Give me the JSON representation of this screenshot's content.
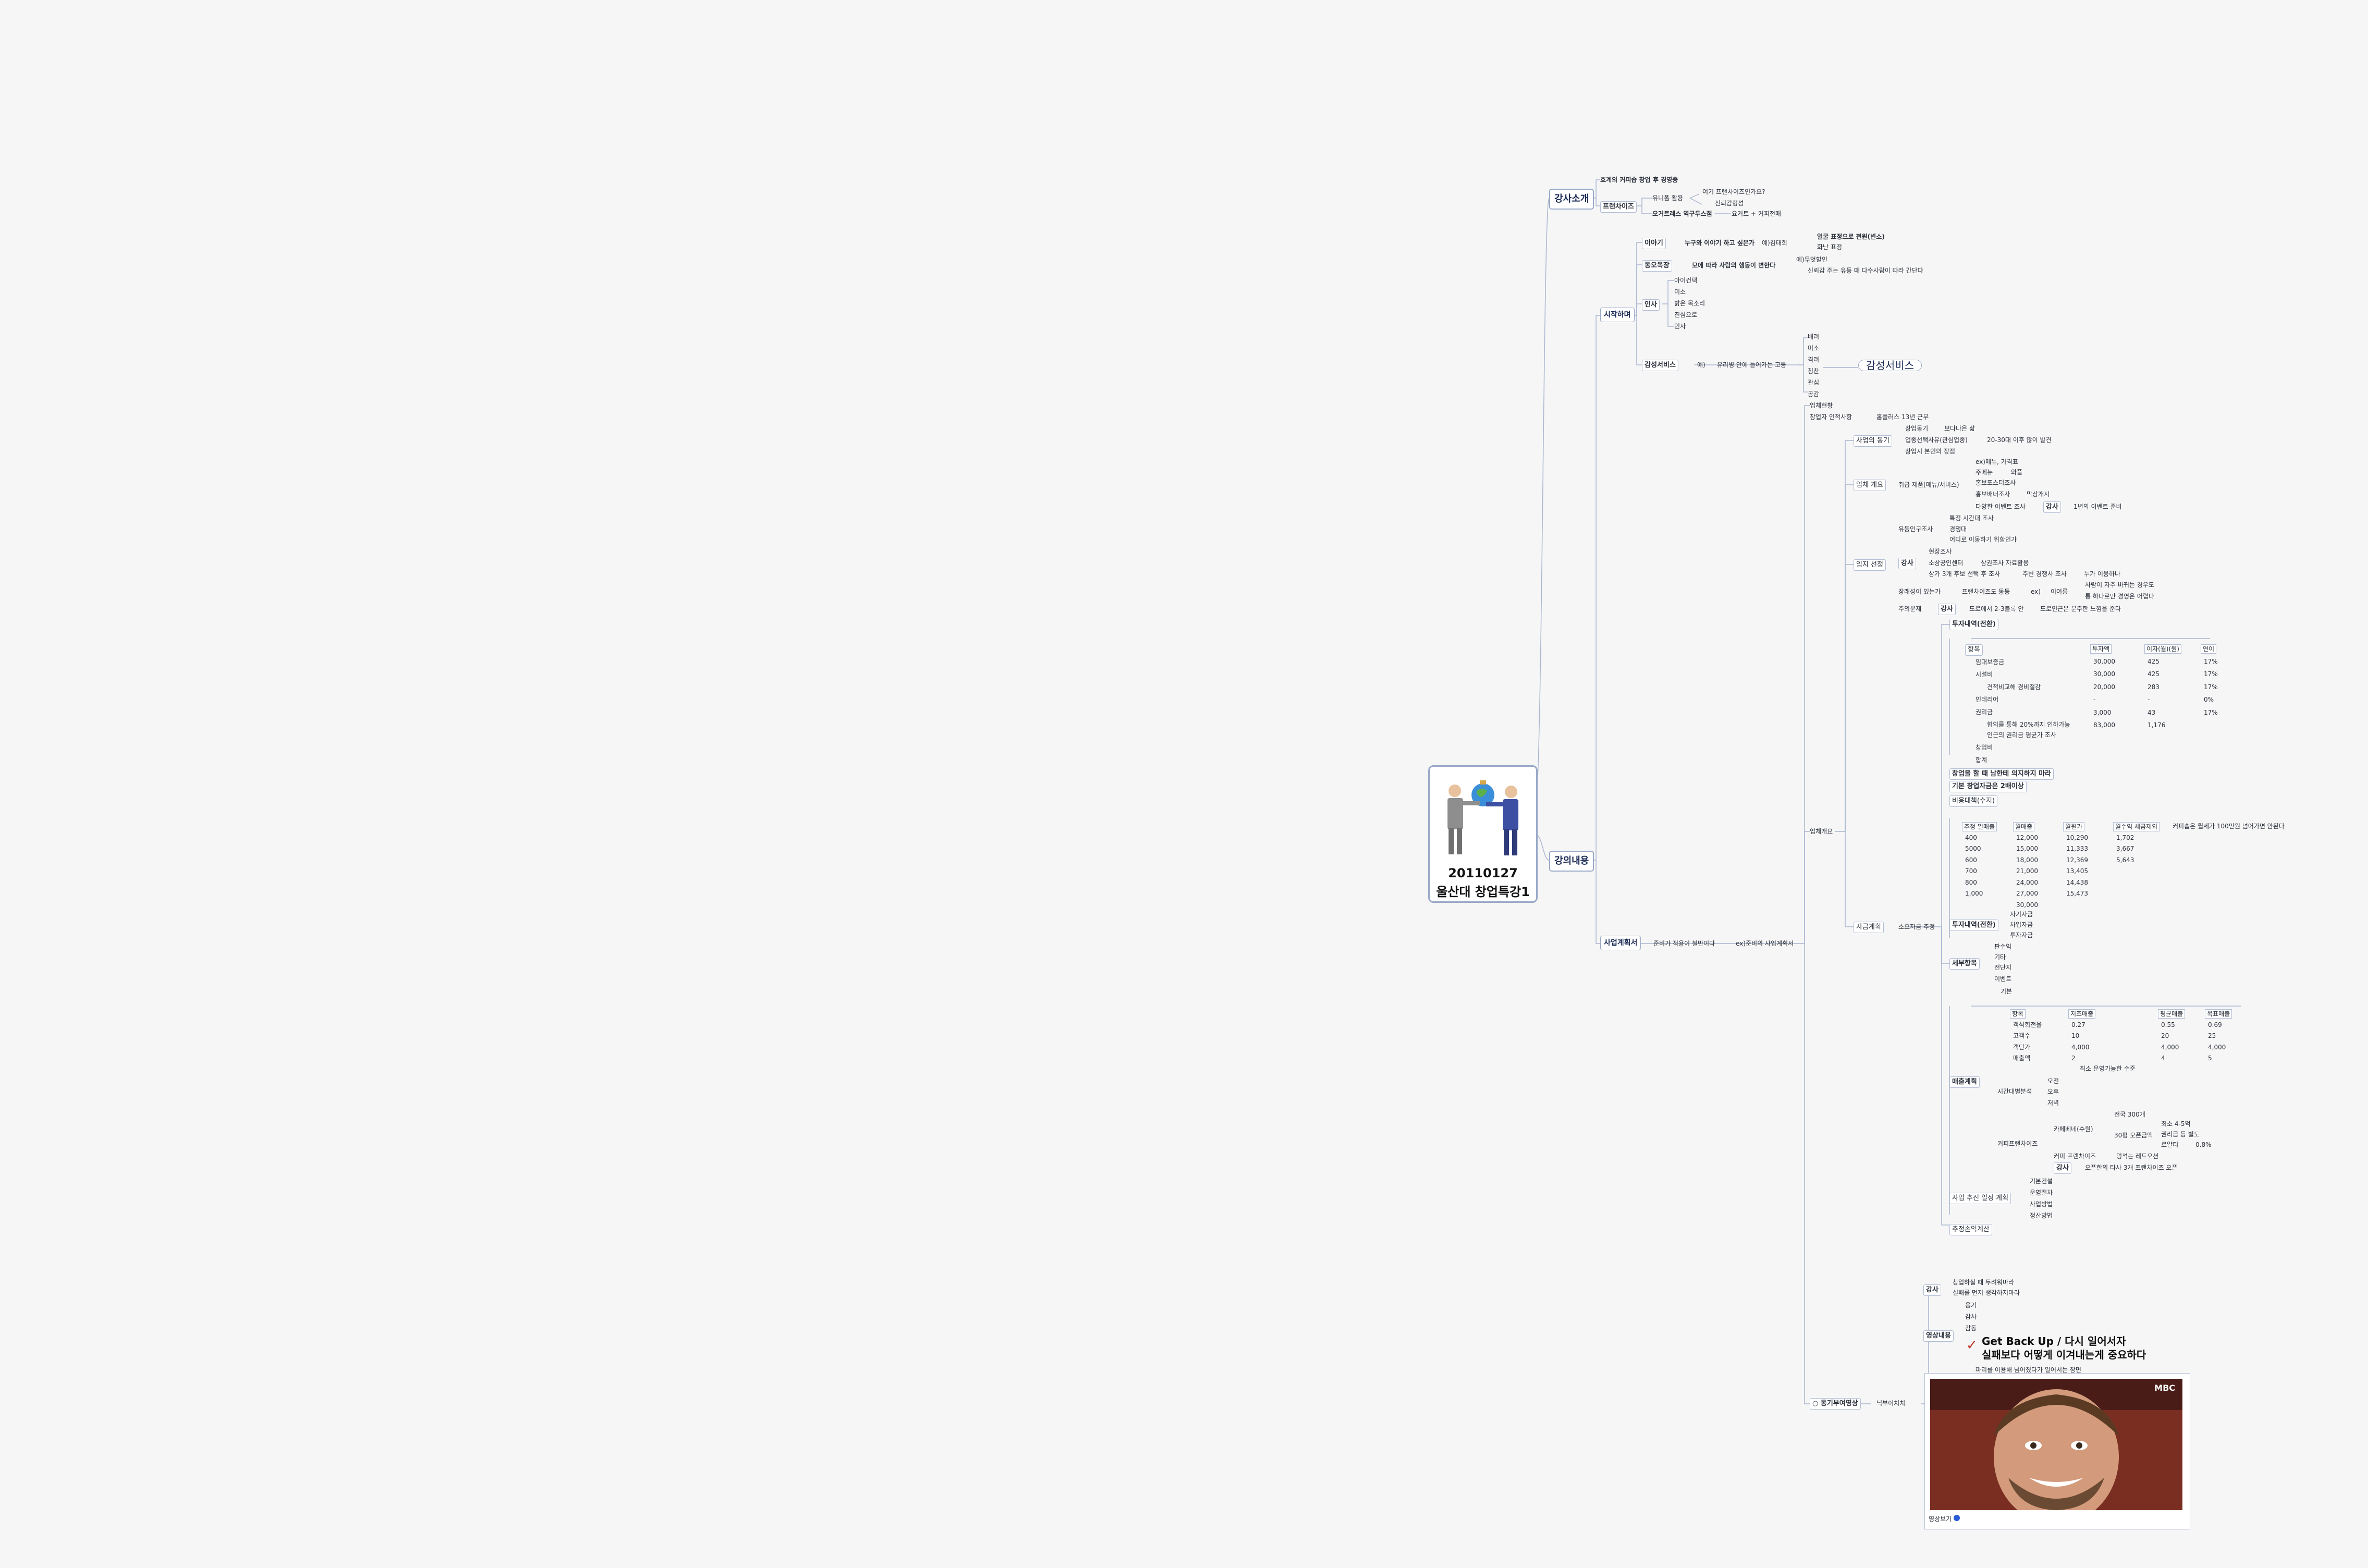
{
  "root": {
    "line1": "20110127",
    "line2": "울산대 창업특강1"
  },
  "nodes": {
    "lecturer_intro": "강사소개",
    "course": "강의내용",
    "opening": "시작하며",
    "business_plan": "사업계획서",
    "n1": "호계의 커피숍 창업 후 경영중",
    "franchise": "프랜차이즈",
    "n3": "유니폼 활용",
    "n4": "여기 프랜차이즈인가요?",
    "n5": "신뢰감형성",
    "n6": "오거트레스 역구두스점",
    "n7": "요거트 + 커피전매",
    "story": "이야기",
    "n9": "누구와 이야기 하고 싶은가",
    "n10": "예)김태희",
    "n11": "얼굴 표정으로 전원(변소)",
    "n12": "화난 표정",
    "role": "동오목장",
    "n14": "모에 따라 사람의 행동이 변한다",
    "n15": "예)무엇할인",
    "n16": "신뢰감 주는 유등 때 다수사람이 따라 간단다",
    "greeting": "인사",
    "g1": "아이컨택",
    "g2": "미소",
    "g3": "밝은 목소리",
    "g4": "진심으로",
    "g5": "인사",
    "emotion": "감성서비스",
    "n18": "예)",
    "n19": "유리병 안에 들어가는 고등",
    "e1": "배려",
    "e2": "미소",
    "e3": "격려",
    "e4": "칭찬",
    "e5": "관심",
    "e6": "공감",
    "emotion_pill": "감성서비스",
    "bp1": "준비가 적용이 철반이다",
    "bp2": "ex)준비의 사업계획서",
    "status": "업체현황",
    "b1": "창업자 인적사항",
    "b2": "홈플러스 13년 근무",
    "overview": "업체개요",
    "motive": "사업의 동기",
    "m1": "창업동기",
    "m2": "보다나은 삶",
    "m3": "업종선택사유(관심업종)",
    "m4": "20-30대 이후 많이 발견",
    "m5": "창업시 본인의 장점",
    "summary": "업체 개요",
    "s1": "취급 제품(메뉴/서비스)",
    "s2": "ex)메뉴, 가격표",
    "s3": "주메뉴",
    "s4": "와플",
    "s5": "홍보포스터조사",
    "s6": "홍보배너조사",
    "s7": "막상개시",
    "s8": "다양한 이벤트 조사",
    "s9": "강사",
    "s10": "1년의 이벤트 준비",
    "location": "입지 선정",
    "l1": "특정 시간대 조사",
    "l2": "유동인구조사",
    "l3": "경쟁대",
    "l4": "어디로 이동하기 위함인가",
    "l5": "강사",
    "l6": "현장조사",
    "l7": "소상공인센터",
    "l8": "상권조사 자료활용",
    "l9": "상가 3개 후보 선택 후 조사",
    "l10": "주변 경쟁사 조사",
    "l11": "누가 이용하나",
    "l12": "장래성이 있는가",
    "l13": "프랜차이즈도 동등",
    "l14": "ex)",
    "l15": "이여름",
    "l16": "사람이 자주 바뀌는 경우도",
    "l17": "통 하나로만 경영은 어렵다",
    "l18": "주의문제",
    "l19": "강사",
    "l20": "도로에서 2-3블록 안",
    "l21": "도로인근은 분주한 느낌을 준다",
    "fund": "자금계획",
    "f0": "소요자금 추정",
    "f1": "투자내역(전환)",
    "f2": "항목",
    "f3": "임대보증금",
    "f4": "시설비",
    "f5": "인테리어",
    "f6": "권리금",
    "f7": "창업비",
    "f8": "합계",
    "f9": "견적비교해 경비절감",
    "f10": "협의를 통해 20%까지 인하가능",
    "f11": "인근의 권리금 평균가 조사",
    "f12": "창업을 할 때 남한테 의지하지 마라",
    "f13": "기본 창업자금은 2배이상",
    "f14": "비용대책(수지)",
    "f15": "자기자금",
    "f16": "차입자금",
    "f17": "투자자금",
    "f18": "투자내역(전환)",
    "f19": "커피숍은 월세가 100만원 넘어가면 안된다",
    "tax": "세부항목",
    "t1": "판수익",
    "t2": "기타",
    "t3": "전단지",
    "t4": "이벤트",
    "sales": "매출계획",
    "t5": "기본",
    "t6": "시간대별분석",
    "t7": "오전",
    "t8": "오후",
    "t9": "저녁",
    "t10": "커피프랜차이즈",
    "t11": "카페베네(수원)",
    "t12": "전국 300개",
    "t13": "최소 4-5억",
    "t14": "로얄티",
    "t15": "30평 오픈금액",
    "t16": "권리금 등 별도",
    "t17": "0.8%",
    "t18": "커피 프랜차이즈",
    "t19": "멍석는 레드오션",
    "t20": "강사",
    "t21": "오픈한의 타사 3개 프랜차이즈 오픈",
    "t22": "최소 운영가능한 수준",
    "sp": "사업 추진 일정 계획",
    "sp1": "기본컨설",
    "sp2": "운영절차",
    "sp3": "사업방법",
    "sp4": "정산방법",
    "pl": "추정손익계산",
    "mot": "동기부여영상",
    "mot_t": "닉부이치치",
    "v1": "강사",
    "v2": "창업하실 때 두려워마라",
    "v3": "실패를 먼저 생각하지마라",
    "v4": "영상내용",
    "v5": "용기",
    "v6": "감사",
    "v7": "감동",
    "v8": "Get Back Up / 다시 일어서자",
    "v9": "실패보다 어떻게 이겨내는게 중요하다",
    "v10": "파리를 이용해 넘어졌다가 일어서는 장면",
    "v11": "영상보기",
    "mbc": "MBC"
  },
  "tables": {
    "invest": {
      "headers": [
        "투자액",
        "이자(월)(원)",
        "연이"
      ],
      "rows": [
        [
          "30,000",
          "425",
          "17%"
        ],
        [
          "30,000",
          "425",
          "17%"
        ],
        [
          "20,000",
          "283",
          "17%"
        ],
        [
          "-",
          "-",
          "0%"
        ],
        [
          "3,000",
          "43",
          "17%"
        ],
        [
          "83,000",
          "1,176",
          ""
        ]
      ]
    },
    "revenue": {
      "headers": [
        "추정 일매출",
        "월매출",
        "월원가",
        "월수익 세금제외"
      ],
      "rows": [
        [
          "400",
          "12,000",
          "10,290",
          "1,702"
        ],
        [
          "5000",
          "15,000",
          "11,333",
          "3,667"
        ],
        [
          "600",
          "18,000",
          "12,369",
          "5,643"
        ],
        [
          "700",
          "21,000",
          "13,405",
          ""
        ],
        [
          "800",
          "24,000",
          "14,438",
          ""
        ],
        [
          "1,000",
          "27,000",
          "15,473",
          ""
        ],
        [
          "",
          "30,000",
          "",
          ""
        ]
      ]
    },
    "salesplan": {
      "headers": [
        "항목",
        "저조매출",
        "평균매출",
        "목표매출"
      ],
      "rows": [
        [
          "객석회전율",
          "0.27",
          "0.55",
          "0.69"
        ],
        [
          "고객수",
          "10",
          "20",
          "25"
        ],
        [
          "객단가",
          "4,000",
          "4,000",
          "4,000"
        ],
        [
          "매출액",
          "2",
          "4",
          "5"
        ]
      ]
    }
  }
}
